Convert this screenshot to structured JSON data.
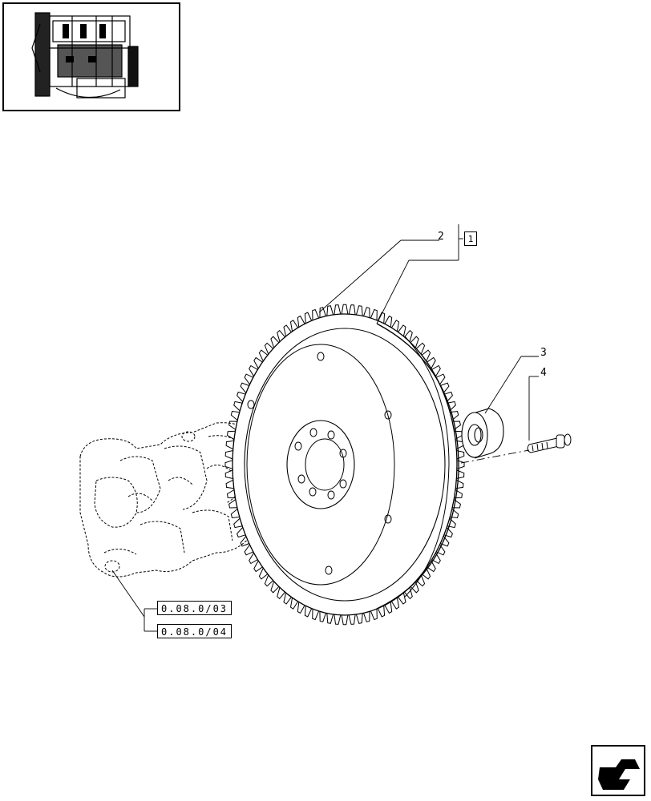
{
  "callouts": {
    "item2": "2",
    "item3": "3",
    "item4": "4",
    "ref_box": "1"
  },
  "references": [
    {
      "text": "0.08.0/03"
    },
    {
      "text": "0.08.0/04"
    }
  ],
  "icons": {
    "thumbnail": "engine-thumbnail-icon",
    "nav": "return-arrow-icon"
  },
  "colors": {
    "line": "#000000",
    "background": "#ffffff"
  }
}
